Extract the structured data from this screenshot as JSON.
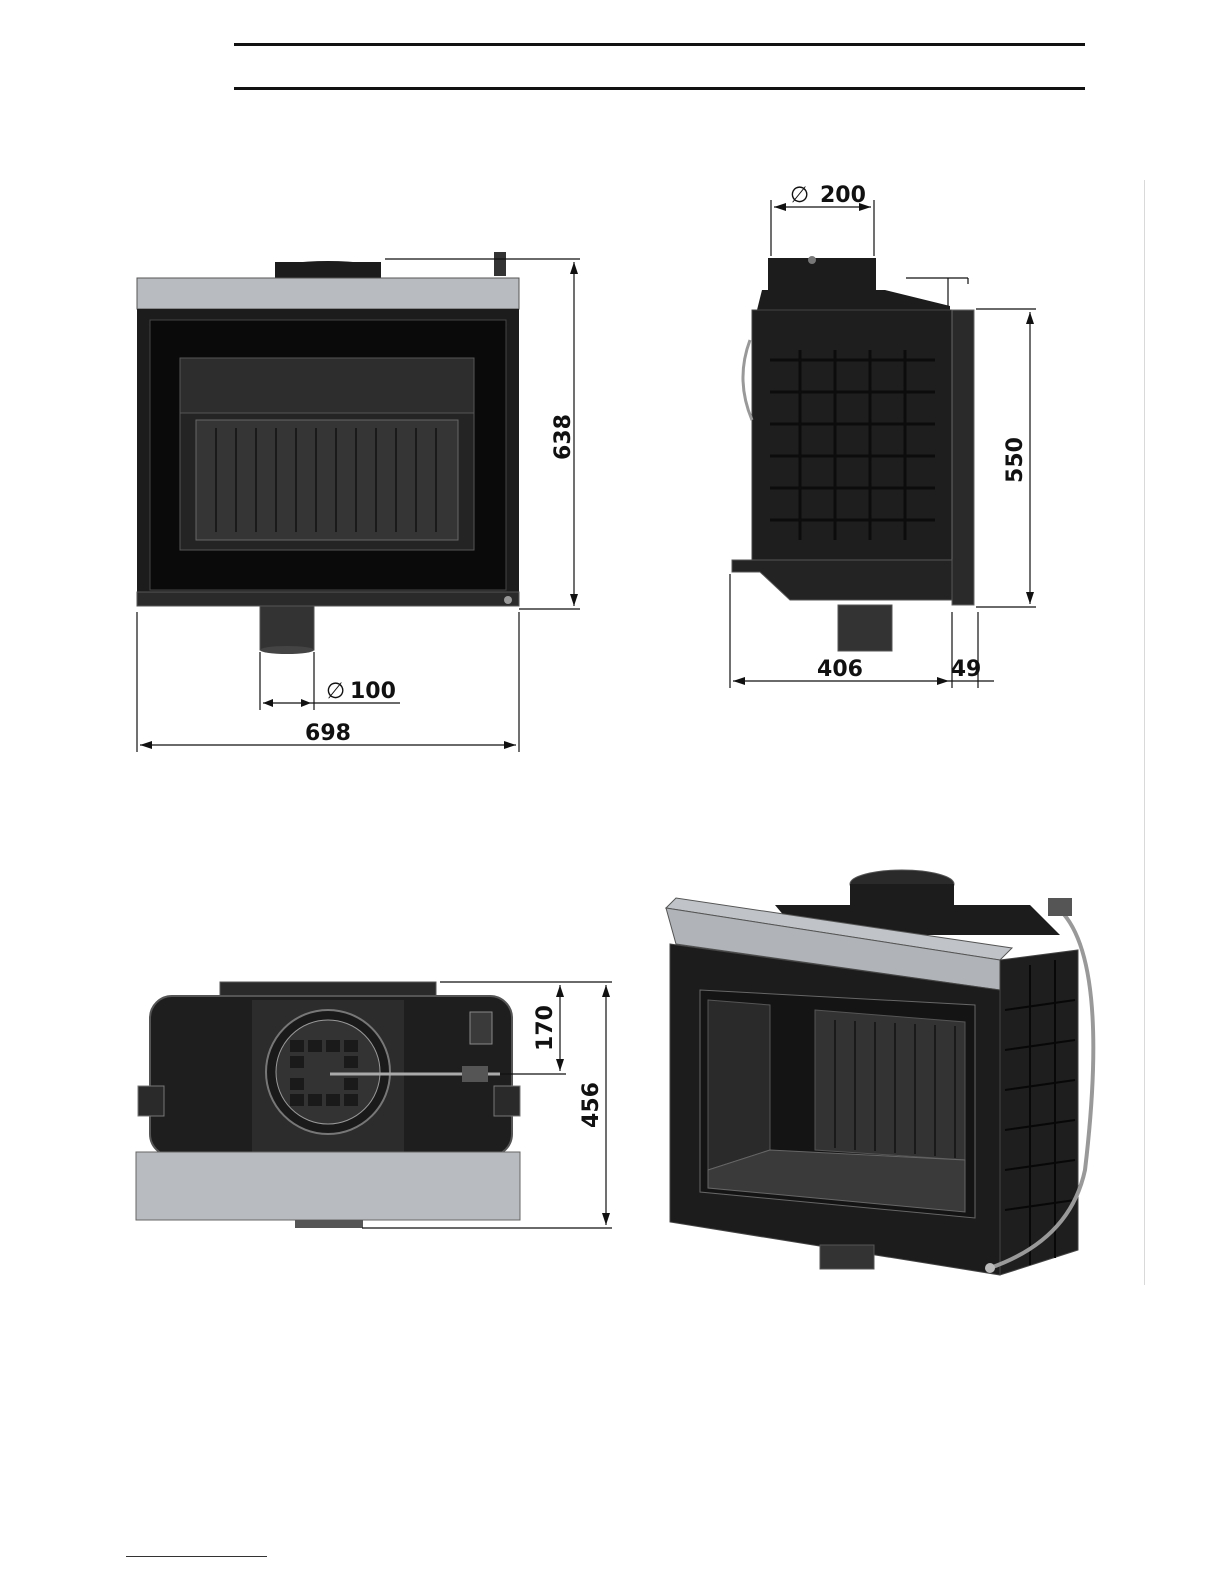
{
  "dimensions": {
    "front_width": "698",
    "front_height": "638",
    "bottom_outlet_diameter": "100",
    "top_outlet_diameter": "200",
    "side_height": "550",
    "side_depth": "406",
    "side_door_depth": "49",
    "top_offset": "170",
    "top_depth": "456"
  },
  "symbols": {
    "diameter": "∅"
  },
  "colors": {
    "body": "#1c1c1c",
    "frame": "#2a2a2a",
    "galvanized": "#b8bcc0",
    "glass": "#0d0d0d",
    "grate": "#3a3a3a",
    "line": "#111111"
  }
}
